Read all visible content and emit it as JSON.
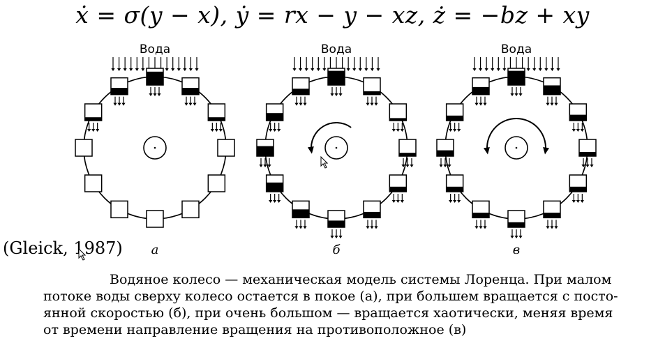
{
  "equations": {
    "text": "ẋ = σ(y − x),    ẏ = rx − y − xz,    ż = −bz + xy"
  },
  "water_label": "Вода",
  "panels": [
    {
      "id": "a",
      "label": "а",
      "rotation": "none",
      "bucket_fill": [
        0.8,
        0.4,
        0.2,
        0,
        0,
        0,
        0,
        0,
        0,
        0,
        0.2,
        0.4
      ]
    },
    {
      "id": "b",
      "label": "б",
      "rotation": "counterclockwise",
      "bucket_fill": [
        0.85,
        0.2,
        0.15,
        0.2,
        0.3,
        0.35,
        0.4,
        0.5,
        0.55,
        0.6,
        0.45,
        0.35
      ]
    },
    {
      "id": "v",
      "label": "в",
      "rotation": "both-directions",
      "bucket_fill": [
        0.85,
        0.55,
        0.35,
        0.25,
        0.3,
        0.3,
        0.3,
        0.3,
        0.3,
        0.35,
        0.3,
        0.45
      ]
    }
  ],
  "citation": "(Gleick, 1987)",
  "caption": {
    "line1": "Водяное колесо — механическая модель системы Лоренца. При малом",
    "line2": "потоке воды сверху колесо остается в покое (а), при большем вращается с посто-",
    "line3": "янной скоростью (б), при очень большом — вращается хаотически, меняя время",
    "line4": "от времени направление вращения на противоположное (в)"
  },
  "colors": {
    "ink": "#000000",
    "background": "#ffffff"
  }
}
